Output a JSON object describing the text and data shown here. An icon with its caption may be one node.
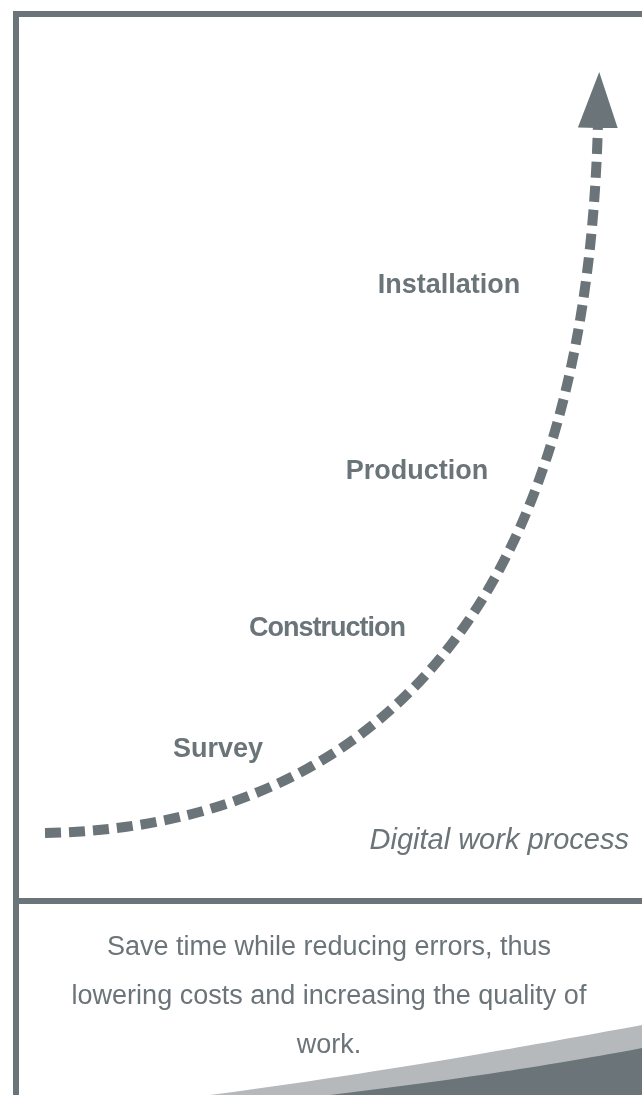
{
  "diagram": {
    "nodes": [
      {
        "text": [
          "Digital work process"
        ]
      },
      {
        "text": [
          "Save time while reducing errors, thus lowering costs and increasing the quality of work."
        ]
      }
    ],
    "labels": [
      "Installation",
      "Production",
      "Construction",
      "Survey"
    ]
  }
}
